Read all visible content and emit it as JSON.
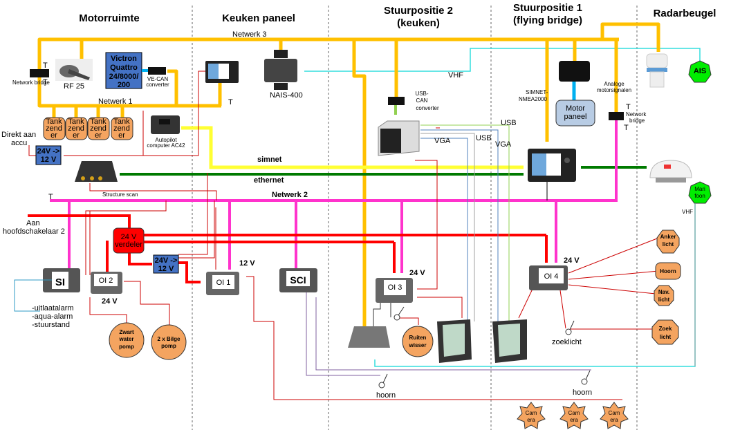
{
  "sections": [
    {
      "title": "Motorruimte"
    },
    {
      "title": "Keuken paneel"
    },
    {
      "title_line1": "Stuurpositie 2",
      "title_line2": "(keuken)"
    },
    {
      "title_line1": "Stuurpositie 1",
      "title_line2": "(flying bridge)"
    },
    {
      "title": "Radarbeugel"
    }
  ],
  "networks": {
    "netwerk1": "Netwerk 1",
    "netwerk2": "Netwerk 2",
    "netwerk3": "Netwerk 3",
    "simnet": "simnet",
    "ethernet": "ethernet"
  },
  "colors": {
    "n2k_backbone": "#FFC000",
    "netwerk2": "#FF33CC",
    "simnet": "#FFFF33",
    "ethernet": "#007A00",
    "power_24v": "#FF0000",
    "vhf": "#33DDDD",
    "box_blue": "#4472C4",
    "orange_load": "#F4A460",
    "green_device": "#00EE00",
    "motor_panel": "#B8CCE4"
  },
  "devices": {
    "network_bridge_left": "Network bridge",
    "t_marker": "T",
    "rf25": "RF 25",
    "victron": [
      "Victron",
      "Quattro",
      "24/8000/",
      "200"
    ],
    "vecan": [
      "VE-CAN",
      "converter"
    ],
    "tank": [
      "Tank",
      "zend",
      "er"
    ],
    "direkt": [
      "Direkt aan",
      "accu"
    ],
    "dcdc_left": [
      "24V ->",
      "12 V"
    ],
    "autopilot": [
      "Autopilot",
      "computer AC42"
    ],
    "structure_scan": "Structure scan",
    "aan_hoofd": [
      "Aan",
      "hoofdschakelaar 2"
    ],
    "verdeler": [
      "24 V",
      "verdeler"
    ],
    "dcdc_mid": [
      "24V ->",
      "12 V"
    ],
    "nais": "NAIS-400",
    "usbcan": [
      "USB-",
      "CAN",
      "converter"
    ],
    "vhf": "VHF",
    "simnet_nmea": [
      "SIMNET-",
      "NMEA2000"
    ],
    "analoge": [
      "Analoge",
      "motorsignalen"
    ],
    "motor_paneel": [
      "Motor",
      "paneel"
    ],
    "network_bridge_right": [
      "Network",
      "bridge"
    ],
    "ais": "AIS",
    "marifoon": [
      "Mari",
      "foon"
    ],
    "usb": "USB",
    "vga": "VGA",
    "si": "SI",
    "oi1": "OI 1",
    "oi2": "OI 2",
    "oi3": "OI 3",
    "oi4": "OI 4",
    "sci": "SCI",
    "v24": "24 V",
    "v12": "12 V",
    "si_list": [
      "-uitlaatalarm",
      "-aqua-alarm",
      "-stuurstand"
    ],
    "zwart": [
      "Zwart",
      "water",
      "pomp"
    ],
    "bilge": [
      "2 x Bilge",
      "pomp"
    ],
    "ruiten": [
      "Ruiten",
      "wisser"
    ],
    "anker": [
      "Anker",
      "licht"
    ],
    "hoorn_load": "Hoorn",
    "nav": [
      "Nav.",
      "licht"
    ],
    "zoek": [
      "Zoek",
      "licht"
    ],
    "zoeklicht": "zoeklicht",
    "hoorn_switch": "hoorn",
    "camera": [
      "Cam",
      "era"
    ]
  }
}
